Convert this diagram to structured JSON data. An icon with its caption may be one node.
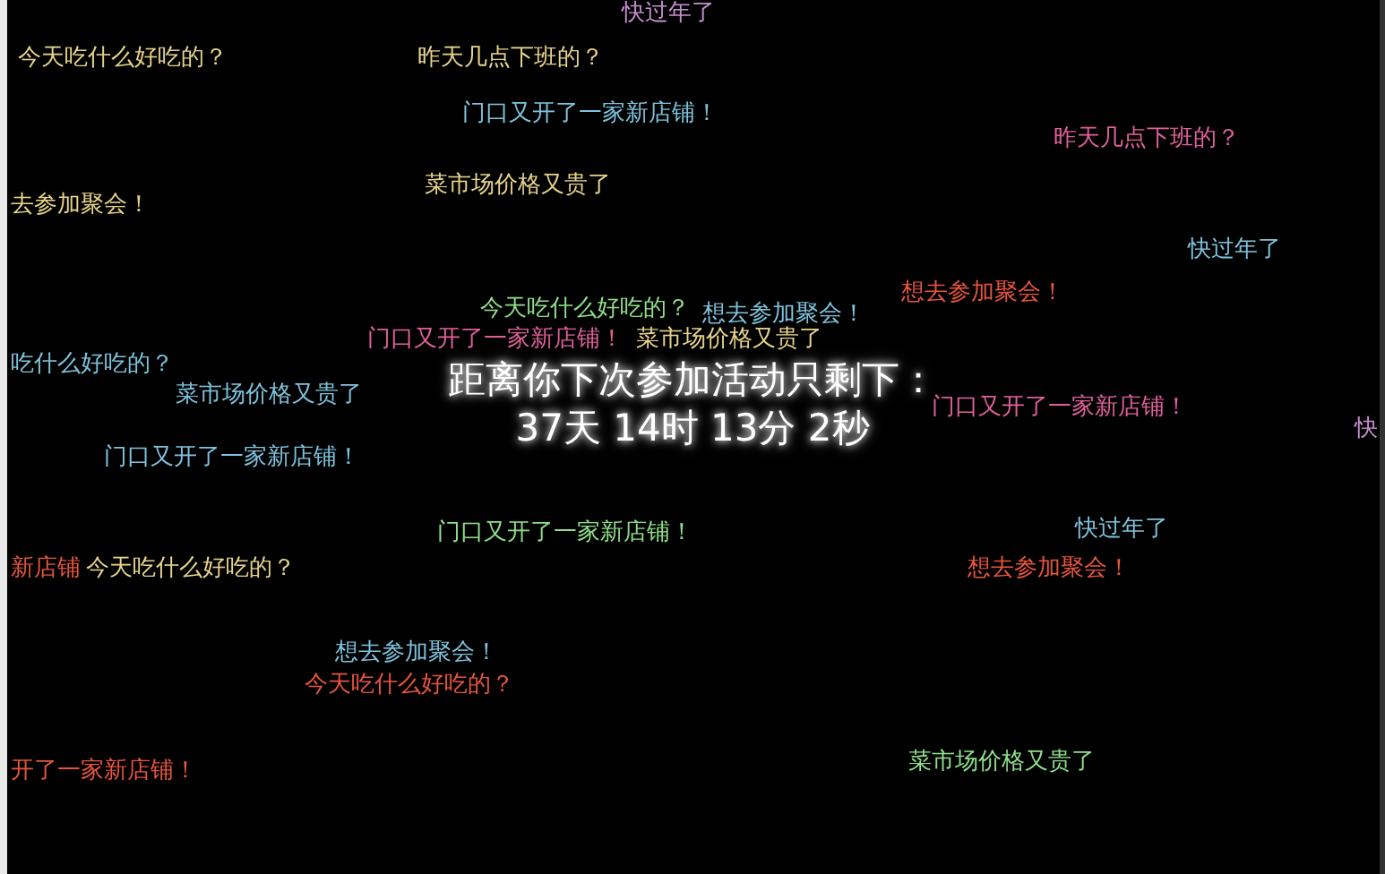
{
  "diagram": {
    "labels": [
      "快过年了",
      "今天吃什么好吃的？",
      "昨天几点下班的？",
      "门口又开了一家新店铺！",
      "昨天几点下班的？",
      "去参加聚会！",
      "菜市场价格又贵了",
      "快过年了",
      "想去参加聚会！",
      "今天吃什么好吃的？",
      "想去参加聚会！",
      "门口又开了一家新店铺！",
      "菜市场价格又贵了",
      "吃什么好吃的？",
      "菜市场价格又贵了",
      "距离你下次参加活动只剩下：",
      "37天 14时 13分 2秒",
      "快",
      "门口又开了一家新店铺！",
      "门口又开了一家新店铺！",
      "门口又开了一家新店铺！",
      "快过年了",
      "新店铺",
      "今天吃什么好吃的？",
      "想去参加聚会！",
      "想去参加聚会！",
      "今天吃什么好吃的？",
      "开了一家新店铺！",
      "菜市场价格又贵了"
    ]
  }
}
